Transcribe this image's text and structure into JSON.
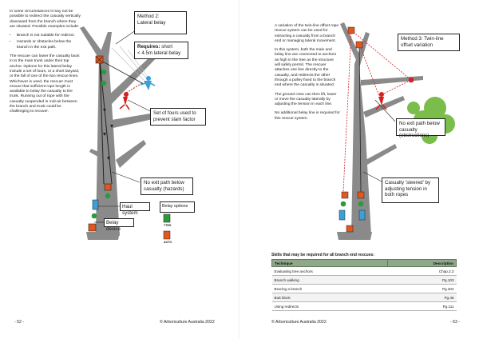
{
  "left_page": {
    "intro_paragraph": "In some circumstances it may not be possible to redirect the casualty vertically downward from the branch where they are situated. Possible examples include:",
    "bullets": [
      "Branch is not suitable for redirect.",
      "Hazards or obstacles below the branch in the exit path."
    ],
    "body_paragraph": "The rescuer can lower the casualty back in to the main trunk under their top anchor. Options for this lateral belay include a set of fours, or a short lanyard, or the fall of one of the two rescue lines. Whichever is used, the rescuer must ensure that sufficient rope length is available to belay the casualty to the trunk. Running out of rope with the casualty suspended in mid-air between the branch and trunk could be challenging to recover.",
    "method_callout": {
      "title_line1": "Method 2:",
      "title_line2": "Lateral belay",
      "requires_label": "Requires:",
      "requires_text_1": "short",
      "requires_text_2": "< 4.5m lateral belay"
    },
    "set_of_fours_callout": "Set of fours used to prevent slam factor",
    "no_exit_callout": "No exit path below casualty (hazards)",
    "haul_system_label": "Haul system",
    "belay_device_label": "Belay device",
    "belay_options": {
      "title": "Belay options",
      "option_1": "TTRS",
      "option_2": "AUTO"
    },
    "page_number": "- 52 -",
    "footer_credit": "© Arboriculture Australia 2022"
  },
  "right_page": {
    "paragraph_1": "A variation of the twin-line offset rope rescue system can be used for extracting a casualty from a branch end or managing lateral movement.",
    "paragraph_2": "In this system, both the main and belay line are connected to anchors as high in the tree as the structure will safely permit. The rescuer attaches one line directly to the casualty, and redirects the other through a pulley fixed to the branch end where the casualty is situated.",
    "paragraph_3": "The ground crew can then lift, lower or move the casualty laterally by adjusting the tension in each line.",
    "paragraph_4": "No additional belay line is required for this rescue system.",
    "method_callout": {
      "line1": "Method 3: Twin-line",
      "line2": "offset variation"
    },
    "no_exit_callout": "No exit path below casualty (obstructions)",
    "steered_callout": "Casualty 'steered' by adjusting tension in both ropes",
    "table_title": "Skills that may be required for all branch end rescues:",
    "table": {
      "headers": [
        "Technique",
        "Description"
      ],
      "rows": [
        {
          "technique": "Evaluating tree anchors",
          "ref": "Chap.2.3"
        },
        {
          "technique": "Branch walking",
          "ref": "Pg.103"
        },
        {
          "technique": "Bracing a branch",
          "ref": "Pg.204"
        },
        {
          "technique": "Butt block",
          "ref": "Pg.46"
        },
        {
          "technique": "Using redirects",
          "ref": "Pg.111"
        }
      ]
    },
    "page_number": "- 53 -",
    "footer_credit": "© Arboriculture Australia 2022"
  },
  "colors": {
    "trunk": "#8a8a8a",
    "rope_red": "#d42020",
    "anchor_orange": "#e2561f",
    "node_green": "#2d9a3a",
    "table_header": "#8fa88a",
    "foliage": "#7bbd4a",
    "casualty_blue": "#3aa0d8"
  }
}
